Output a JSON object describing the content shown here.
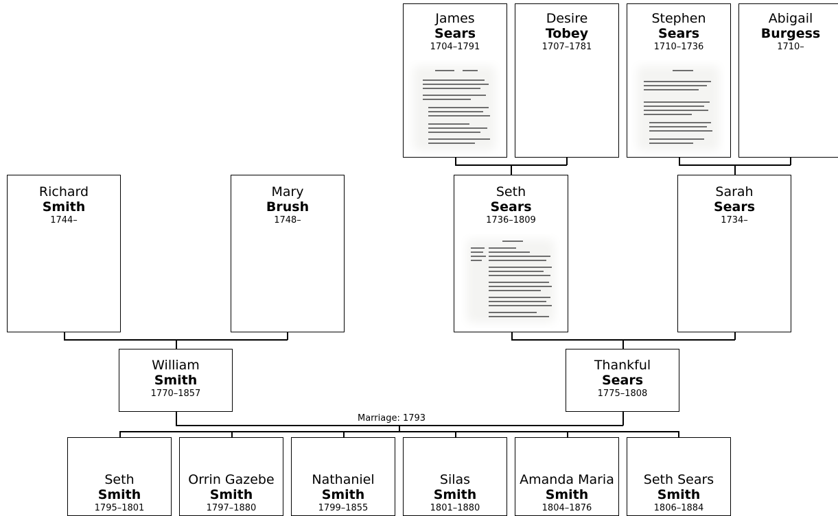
{
  "generation_top": [
    {
      "given": "James",
      "surname": "Sears",
      "dates": "1704–1791"
    },
    {
      "given": "Desire",
      "surname": "Tobey",
      "dates": "1707–1781"
    },
    {
      "given": "Stephen",
      "surname": "Sears",
      "dates": "1710–1736"
    },
    {
      "given": "Abigail",
      "surname": "Burgess",
      "dates": "1710–"
    }
  ],
  "generation_middle": [
    {
      "given": "Richard",
      "surname": "Smith",
      "dates": "1744–"
    },
    {
      "given": "Mary",
      "surname": "Brush",
      "dates": "1748–"
    },
    {
      "given": "Seth",
      "surname": "Sears",
      "dates": "1736–1809"
    },
    {
      "given": "Sarah",
      "surname": "Sears",
      "dates": "1734–"
    }
  ],
  "couple": {
    "husband": {
      "given": "William",
      "surname": "Smith",
      "dates": "1770–1857"
    },
    "wife": {
      "given": "Thankful",
      "surname": "Sears",
      "dates": "1775–1808"
    },
    "marriage_label": "Marriage: 1793"
  },
  "children": [
    {
      "given": "Seth",
      "surname": "Smith",
      "dates": "1795–1801"
    },
    {
      "given": "Orrin Gazebe",
      "surname": "Smith",
      "dates": "1797–1880"
    },
    {
      "given": "Nathaniel",
      "surname": "Smith",
      "dates": "1799–1855"
    },
    {
      "given": "Silas",
      "surname": "Smith",
      "dates": "1801–1880"
    },
    {
      "given": "Amanda Maria",
      "surname": "Smith",
      "dates": "1804–1876"
    },
    {
      "given": "Seth Sears",
      "surname": "Smith",
      "dates": "1806–1884"
    }
  ]
}
